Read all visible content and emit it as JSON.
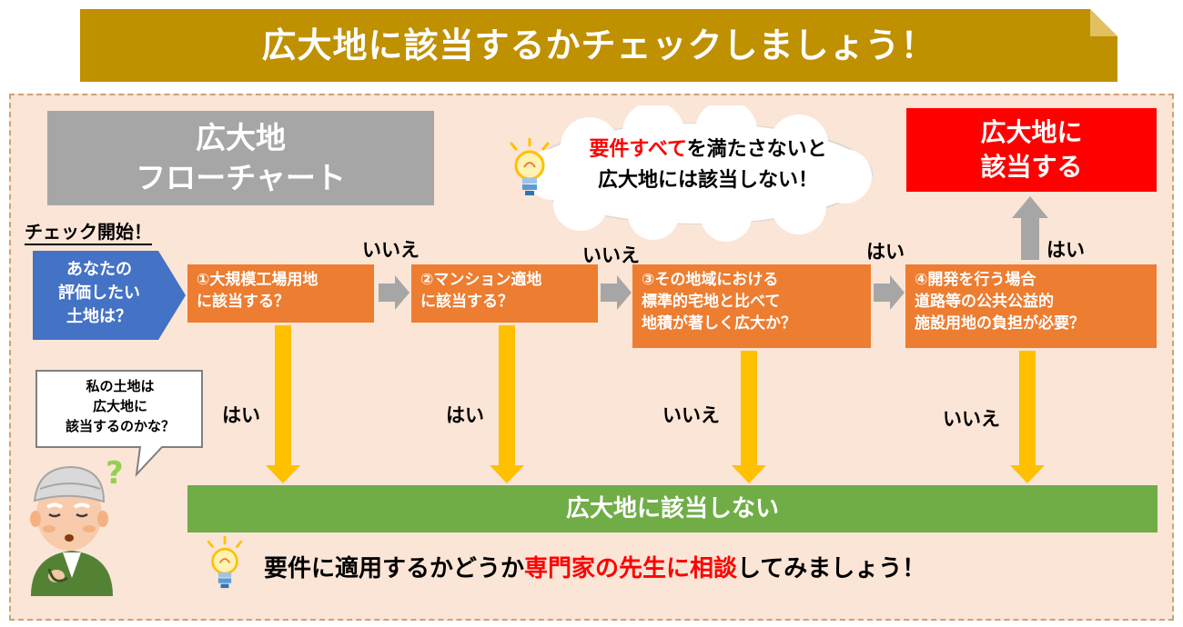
{
  "banner": {
    "title": "広大地に該当するかチェックしましょう！"
  },
  "flowchart_title": {
    "line1": "広大地",
    "line2": "フローチャート"
  },
  "start": {
    "label": "チェック開始！",
    "lines": [
      "あなたの",
      "評価したい",
      "土地は？"
    ]
  },
  "questions": [
    {
      "lines": [
        "①大規模工場用地",
        "に該当する？"
      ]
    },
    {
      "lines": [
        "②マンション適地",
        "に該当する？"
      ]
    },
    {
      "lines": [
        "③その地域における",
        "標準的宅地と比べて",
        "地積が著しく広大か？"
      ]
    },
    {
      "lines": [
        "④開発を行う場合",
        "道路等の公共公益的",
        "施設用地の負担が必要？"
      ]
    }
  ],
  "flow_labels": {
    "q1_no": "いいえ",
    "q2_no": "いいえ",
    "q3_yes": "はい",
    "q4_yes": "はい",
    "q1_yes": "はい",
    "q2_yes": "はい",
    "q3_no": "いいえ",
    "q4_no": "いいえ"
  },
  "result_yes": {
    "line1": "広大地に",
    "line2": "該当する"
  },
  "result_no": "広大地に該当しない",
  "cloud": {
    "line1_red": "要件すべて",
    "line1_rest": "を満たさないと",
    "line2": "広大地には該当しない！"
  },
  "speech": {
    "lines": [
      "私の土地は",
      "広大地に",
      "該当するのかな？"
    ]
  },
  "bottom": {
    "part1": "要件に適用するかどうか",
    "part2_red": "専門家の先生に相談",
    "part3": "してみましょう！"
  },
  "colors": {
    "banner": "#bf9000",
    "orange": "#ed7d31",
    "blue": "#4472c4",
    "green": "#70ad47",
    "red": "#ff0000",
    "yellow_arrow": "#ffc000",
    "gray": "#a6a6a6"
  }
}
